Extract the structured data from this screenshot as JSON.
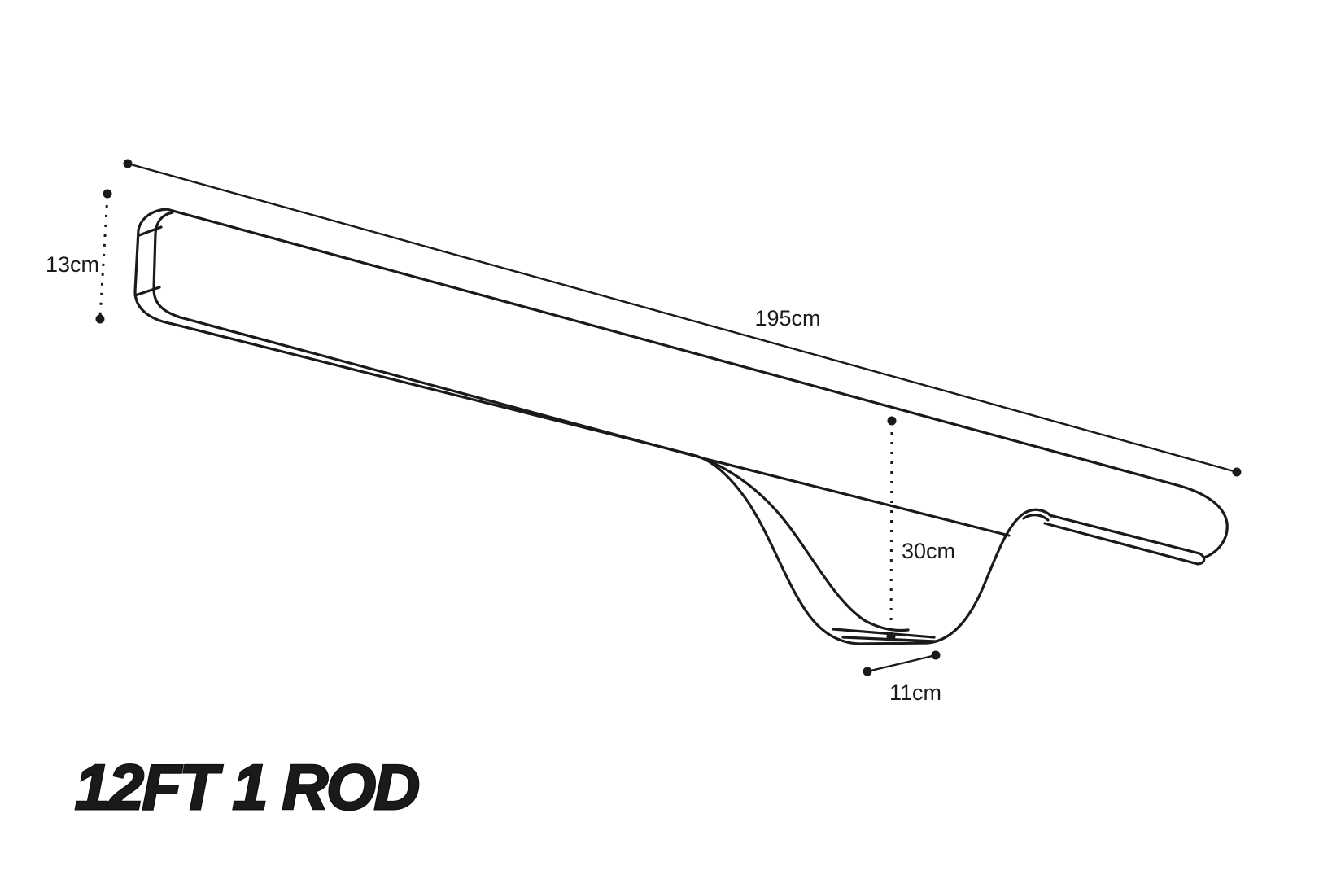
{
  "page": {
    "background": "#ffffff"
  },
  "diagram": {
    "title": "12FT 1 ROD",
    "line_color": "#1a1a1a",
    "text_color": "#1a1a1a",
    "dimensions": {
      "length": {
        "label": "195cm"
      },
      "end_height": {
        "label": "13cm"
      },
      "pouch_depth": {
        "label": "30cm"
      },
      "pouch_base": {
        "label": "11cm"
      }
    }
  }
}
